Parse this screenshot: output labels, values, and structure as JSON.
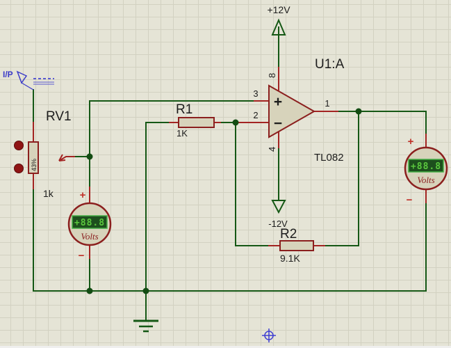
{
  "palette": {
    "canvas_bg": "#e5e4d6",
    "grid_line": "#d2d1c1",
    "wire_green": "#155815",
    "pin_red": "#a32422",
    "component_outline": "#8b1f1e",
    "component_fill": "#d7d3bb",
    "lcd_bg": "#1d4f1d",
    "lcd_border": "#44b044",
    "lcd_digits": "#5bc83e",
    "label_black": "#1d1d1d",
    "terminal_blue": "#3c3cc8",
    "meter_text_red": "#8b2020"
  },
  "power": {
    "vcc_label": "+12V",
    "vee_label": "-12V"
  },
  "input_terminal": {
    "label": "I/P"
  },
  "opamp": {
    "ref": "U1:A",
    "part": "TL082",
    "plus": "+",
    "minus": "−",
    "pins": {
      "out": "1",
      "inv": "2",
      "noninv": "3",
      "vee": "4",
      "vcc": "8"
    }
  },
  "resistors": {
    "r1": {
      "ref": "R1",
      "value": "1K"
    },
    "r2": {
      "ref": "R2",
      "value": "9.1K"
    }
  },
  "potentiometer": {
    "ref": "RV1",
    "value": "1k",
    "wiper_position": "43%"
  },
  "voltmeters": {
    "left": {
      "reading": "+88.8",
      "unit": "Volts",
      "plus": "+",
      "minus": "−"
    },
    "right": {
      "reading": "+88.8",
      "unit": "Volts",
      "plus": "+",
      "minus": "−"
    }
  }
}
